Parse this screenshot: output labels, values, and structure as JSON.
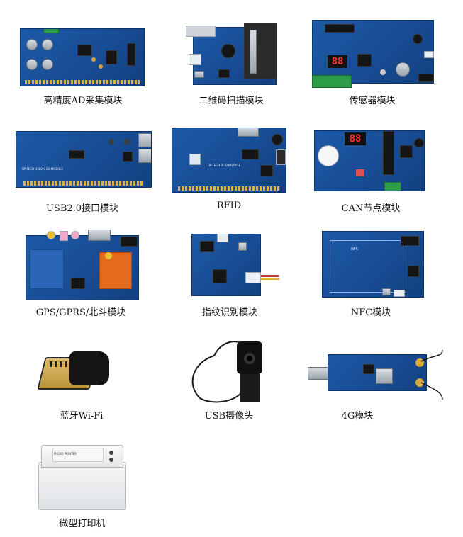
{
  "modules": [
    {
      "label": "高精度AD采集模块",
      "icon": "ad-acquisition-board-icon"
    },
    {
      "label": "二维码扫描模块",
      "icon": "qr-scanner-board-icon"
    },
    {
      "label": "传感器模块",
      "icon": "sensor-board-icon"
    },
    {
      "label": "USB2.0接口模块",
      "icon": "usb-interface-board-icon"
    },
    {
      "label": "RFID",
      "icon": "rfid-board-icon"
    },
    {
      "label": "CAN节点模块",
      "icon": "can-node-board-icon"
    },
    {
      "label": "GPS/GPRS/北斗模块",
      "icon": "gps-gprs-beidou-board-icon"
    },
    {
      "label": "指纹识别模块",
      "icon": "fingerprint-board-icon"
    },
    {
      "label": "NFC模块",
      "icon": "nfc-board-icon"
    },
    {
      "label": "蓝牙Wi-Fi",
      "icon": "bluetooth-wifi-dongle-icon"
    },
    {
      "label": "USB摄像头",
      "icon": "usb-camera-icon"
    },
    {
      "label": "4G模块",
      "icon": "4g-module-icon"
    },
    {
      "label": "微型打印机",
      "icon": "micro-printer-icon"
    }
  ],
  "board_text": {
    "usb_board": "UP-TECH USB2.0 EX-MODULE",
    "rfid_board": "UP-TECH RFID MODULE",
    "nfc_board": "NFC",
    "printer": "MICRO PRINTER",
    "can_digits": "88",
    "sensor_digits": "88"
  }
}
